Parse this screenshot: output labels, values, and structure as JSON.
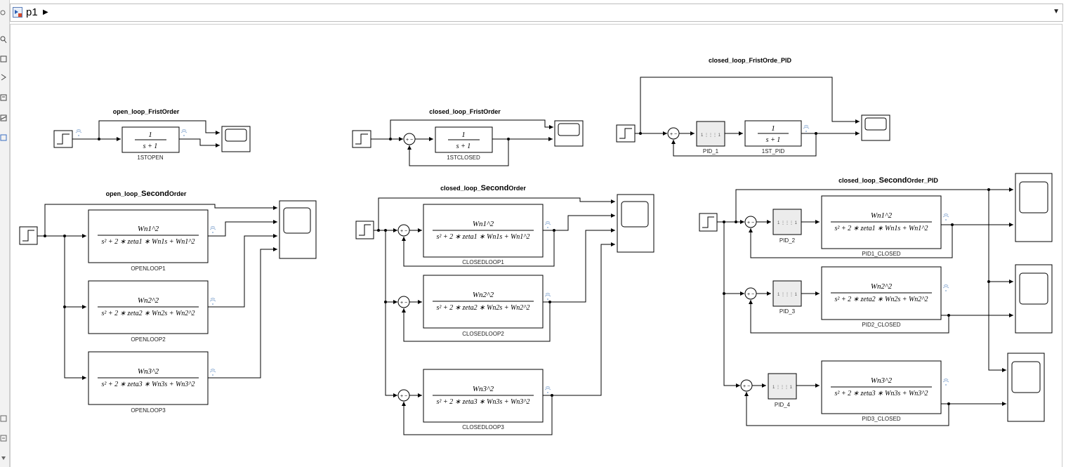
{
  "address_bar": {
    "model_name": "p1"
  },
  "subsystems": {
    "s1": {
      "title": "open_loop_FristOrder",
      "block": "1STOPEN",
      "num": "1",
      "den": "s + 1"
    },
    "s2": {
      "title": "closed_loop_FristOrder",
      "block": "1STCLOSED",
      "num": "1",
      "den": "s + 1"
    },
    "s3": {
      "title": "closed_loop_FristOrde_PID",
      "pid": "PID_1",
      "block": "1ST_PID",
      "num": "1",
      "den": "s + 1"
    },
    "s4": {
      "title_a": "open_loop_",
      "title_b": "Second",
      "title_c": "Order",
      "blocks": [
        {
          "label": "OPENLOOP1",
          "num": "Wn1^2",
          "den": "s² + 2 ∗ zeta1 ∗ Wn1s + Wn1^2"
        },
        {
          "label": "OPENLOOP2",
          "num": "Wn2^2",
          "den": "s² + 2 ∗ zeta2 ∗ Wn2s + Wn2^2"
        },
        {
          "label": "OPENLOOP3",
          "num": "Wn3^2",
          "den": "s² + 2 ∗ zeta3 ∗ Wn3s + Wn3^2"
        }
      ]
    },
    "s5": {
      "title_a": "closed_loop_",
      "title_b": "Second",
      "title_c": "Order",
      "blocks": [
        {
          "label": "CLOSEDLOOP1",
          "num": "Wn1^2",
          "den": "s² + 2 ∗ zeta1 ∗ Wn1s + Wn1^2"
        },
        {
          "label": "CLOSEDLOOP2",
          "num": "Wn2^2",
          "den": "s² + 2 ∗ zeta2 ∗ Wn2s + Wn2^2"
        },
        {
          "label": "CLOSEDLOOP3",
          "num": "Wn3^2",
          "den": "s² + 2 ∗ zeta3 ∗ Wn3s + Wn3^2"
        }
      ]
    },
    "s6": {
      "title_a": "closed_loop_",
      "title_b": "Second",
      "title_c": "Order_PID",
      "pids": [
        "PID_2",
        "PID_3",
        "PID_4"
      ],
      "blocks": [
        {
          "label": "PID1_CLOSED",
          "num": "Wn1^2",
          "den": "s² + 2 ∗ zeta1 ∗ Wn1s + Wn1^2"
        },
        {
          "label": "PID2_CLOSED",
          "num": "Wn2^2",
          "den": "s² + 2 ∗ zeta2 ∗ Wn2s + Wn2^2"
        },
        {
          "label": "PID3_CLOSED",
          "num": "Wn3^2",
          "den": "s² + 2 ∗ zeta3 ∗ Wn3s + Wn3^2"
        }
      ]
    }
  },
  "sum_signs": "+ −",
  "pid_glyph": "1 ⋮⋮⋮ 1",
  "icons": [
    "step-source-icon",
    "scope-icon",
    "sum-icon",
    "pid-controller-icon",
    "signal-logging-icon"
  ]
}
